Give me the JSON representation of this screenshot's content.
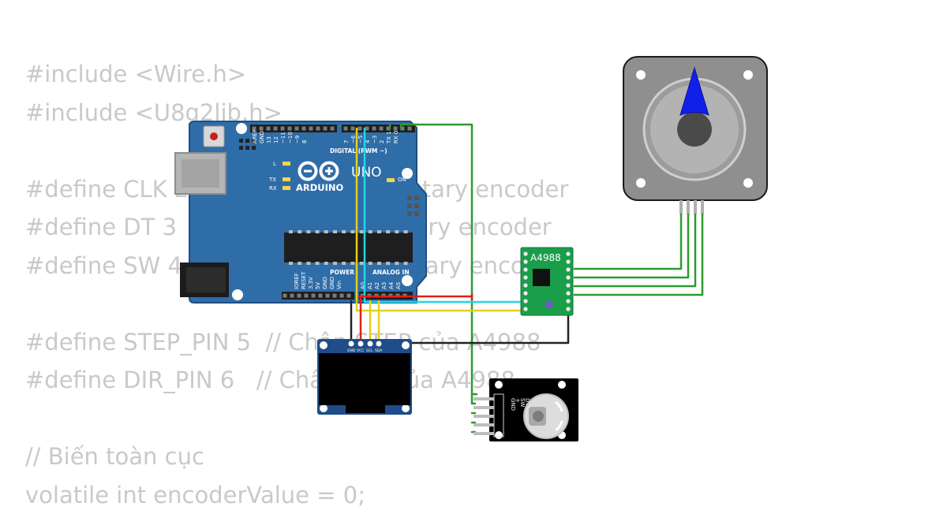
{
  "code_lines": [
    "#include <Wire.h>",
    "#include <U8g2lib.h>",
    "",
    "#define CLK 2   // Chân CLK của rotary encoder",
    "#define DT 3    // Chân DT của rotary encoder",
    "#define SW 4    // Chân SW của rotary encoder",
    "",
    "#define STEP_PIN 5  // Chân STEP của A4988",
    "#define DIR_PIN 6   // Chân DIR của A4988",
    "",
    "// Biến toàn cục",
    "volatile int encoderValue = 0;"
  ],
  "arduino": {
    "brand": "ARDUINO",
    "model": "UNO",
    "digital_header": "DIGITAL (PWM ~)",
    "digital_pins": [
      "AREF",
      "GND",
      "13",
      "12",
      "~11",
      "~10",
      "~9",
      "8",
      "7",
      "~6",
      "~5",
      "4",
      "~3",
      "2",
      "TX 1",
      "RX 0"
    ],
    "power_label": "POWER",
    "power_pins": [
      "IOREF",
      "RESET",
      "3.3V",
      "5V",
      "GND",
      "GND",
      "Vin"
    ],
    "analog_label": "ANALOG IN",
    "analog_pins": [
      "A0",
      "A1",
      "A2",
      "A3",
      "A4",
      "A5"
    ],
    "led_labels": [
      "L",
      "TX",
      "RX"
    ],
    "on_label": "ON"
  },
  "driver": {
    "label": "A4988"
  },
  "oled": {
    "pins": [
      "GND",
      "VCC",
      "SCL",
      "SDA"
    ]
  },
  "encoder": {
    "pins": [
      "GND",
      "+",
      "SW",
      "DT",
      "CLK"
    ]
  },
  "colors": {
    "board": "#2f6da8",
    "board_dark": "#1f4f82",
    "driver": "#1a9e4a",
    "wire_green": "#2e9a2e",
    "wire_yellow": "#e6cf1a",
    "wire_cyan": "#22d6e6",
    "wire_red": "#e0201a",
    "wire_black": "#222222",
    "motor_pointer": "#1020e8",
    "code_text": "#c9c9c9"
  }
}
